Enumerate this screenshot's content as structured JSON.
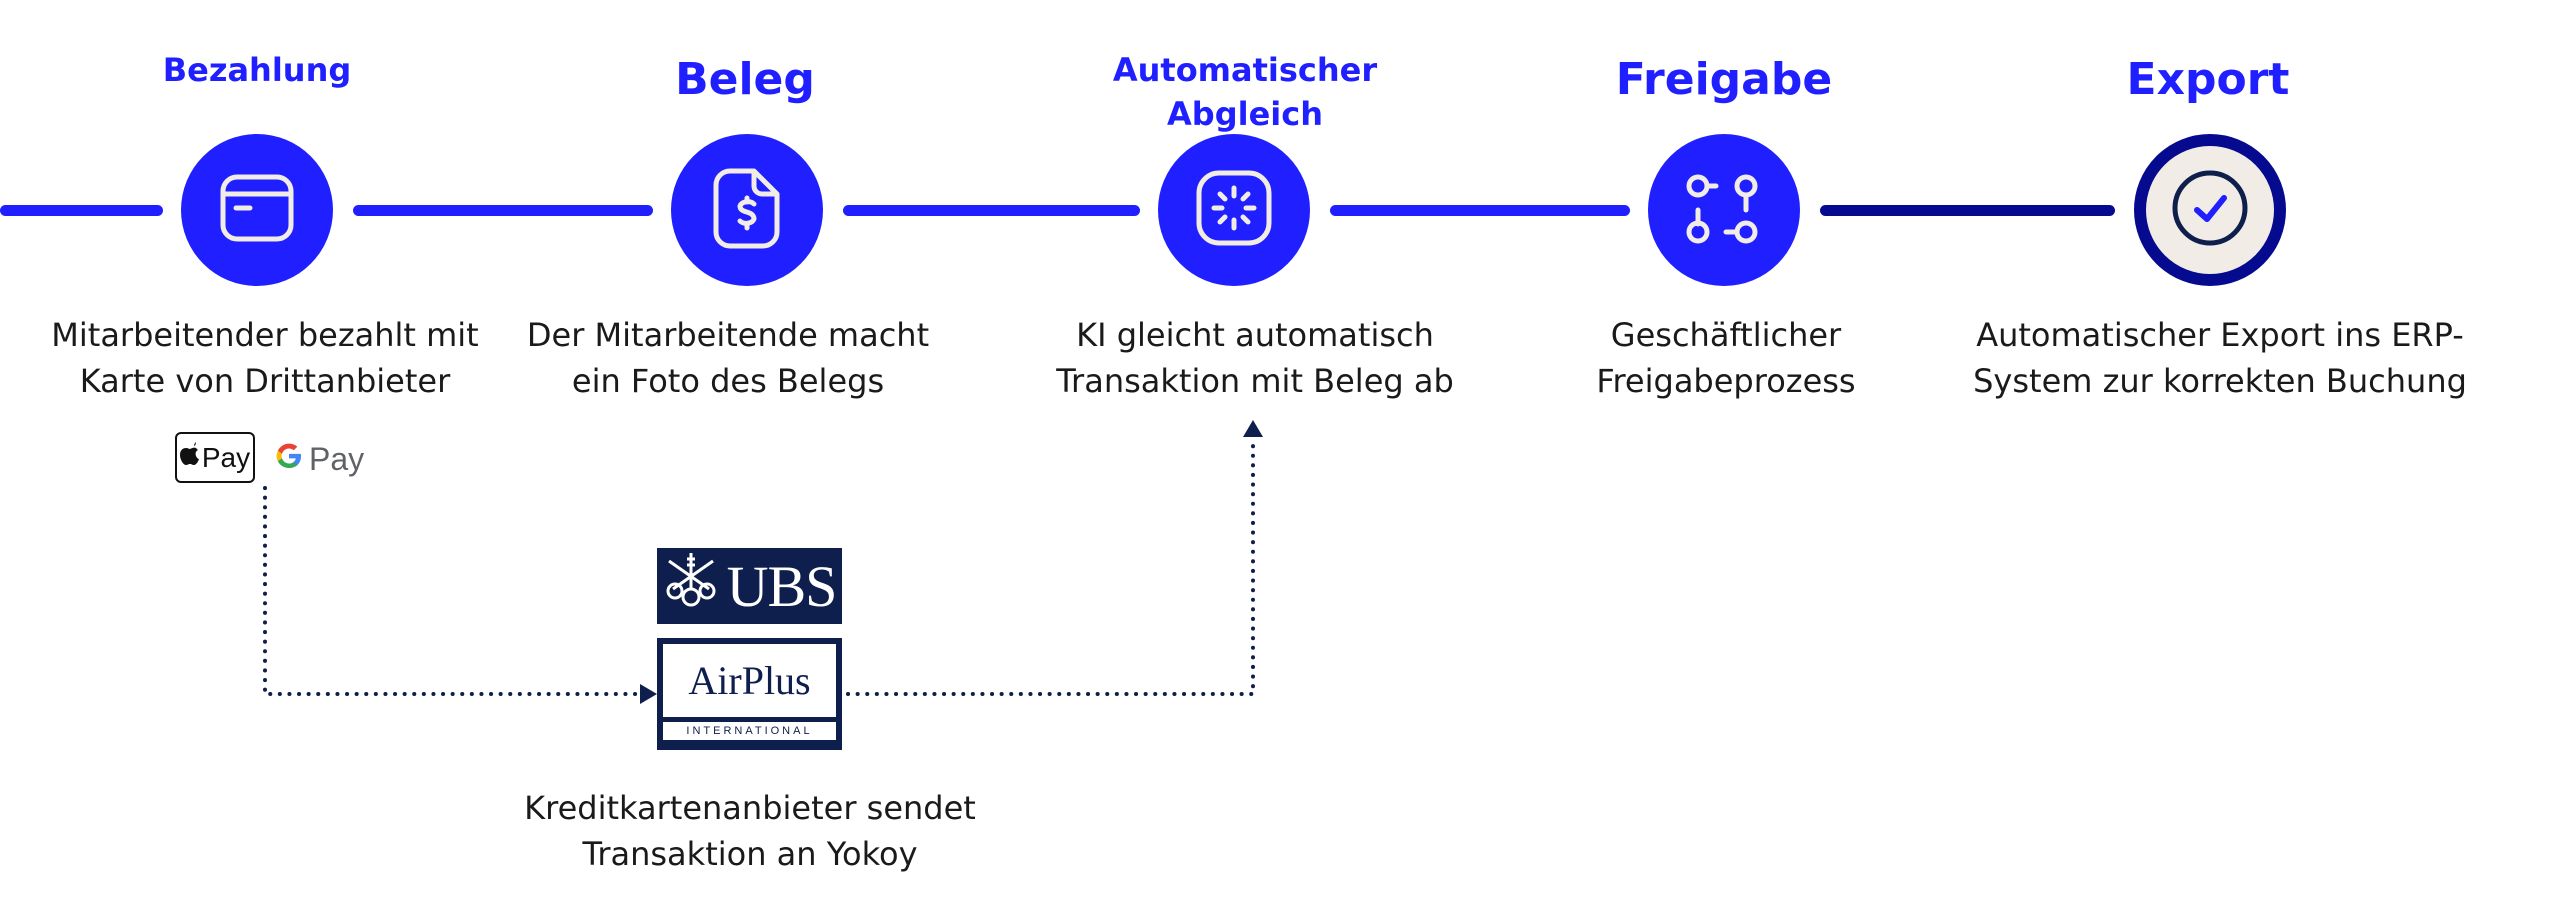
{
  "colors": {
    "accent": "#1f1fff",
    "navy": "#050a8f",
    "connector": "#0e1f4d",
    "done_fill": "#f1ece6",
    "text": "#1a1a1a"
  },
  "steps": [
    {
      "title": "Bezahlung",
      "icon": "credit-card-icon",
      "description_lines": [
        "Mitarbeitender bezahlt mit",
        "Karte von Drittanbieter"
      ],
      "state": "active"
    },
    {
      "title": "Beleg",
      "icon": "receipt-dollar-icon",
      "description_lines": [
        "Der Mitarbeitende macht",
        "ein Foto des Belegs"
      ],
      "state": "active"
    },
    {
      "title_lines": [
        "Automatischer",
        "Abgleich"
      ],
      "icon": "ai-loader-icon",
      "description_lines": [
        "KI gleicht automatisch",
        "Transaktion mit Beleg ab"
      ],
      "state": "active"
    },
    {
      "title": "Freigabe",
      "icon": "workflow-nodes-icon",
      "description_lines": [
        "Geschäftlicher",
        "Freigabeprozess"
      ],
      "state": "active"
    },
    {
      "title": "Export",
      "icon": "check-circle-icon",
      "description_lines": [
        "Automatischer Export ins ERP-",
        "System zur korrekten Buchung"
      ],
      "state": "done"
    }
  ],
  "payment_badges": {
    "apple_pay": "Pay",
    "google_pay": "Pay"
  },
  "provider": {
    "ubs_logo_text": "UBS",
    "airplus_logo_text": "AirPlus",
    "airplus_sub_text": "INTERNATIONAL",
    "description_lines": [
      "Kreditkartenanbieter sendet",
      "Transaktion an Yokoy"
    ]
  }
}
